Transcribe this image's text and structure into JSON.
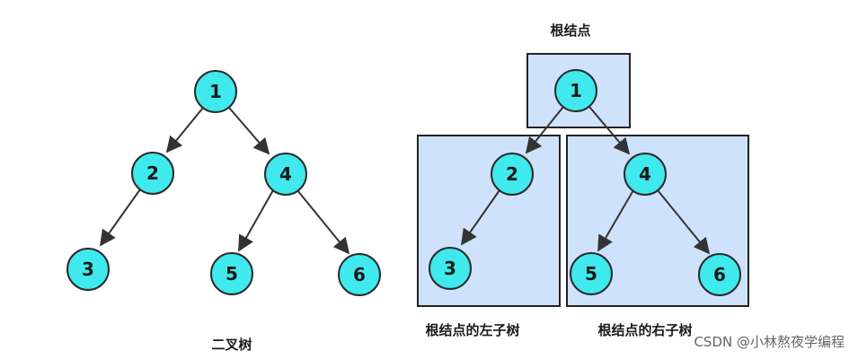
{
  "left_tree": {
    "caption": "二叉树",
    "nodes": {
      "n1": "1",
      "n2": "2",
      "n4": "4",
      "n3": "3",
      "n5": "5",
      "n6": "6"
    }
  },
  "right_tree": {
    "root_caption": "根结点",
    "left_subtree_caption": "根结点的左子树",
    "right_subtree_caption": "根结点的右子树",
    "nodes": {
      "n1": "1",
      "n2": "2",
      "n4": "4",
      "n3": "3",
      "n5": "5",
      "n6": "6"
    }
  },
  "colors": {
    "node_fill": "#3fe9ed",
    "box_fill": "#cfe2fb"
  },
  "watermark": "CSDN @小林熬夜学编程"
}
